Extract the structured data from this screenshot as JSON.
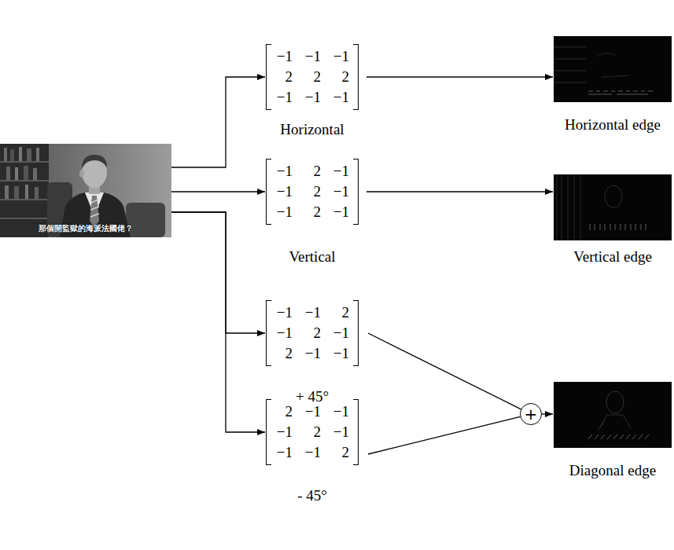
{
  "diagram": {
    "nodes": [
      {
        "text": [
          "那個開監獄的海派法國佬？"
        ]
      },
      {
        "text": [
          "−1",
          "−1",
          "−1",
          "2",
          "2",
          "2",
          "−1",
          "−1",
          "−1",
          "Horizontal"
        ]
      },
      {
        "text": [
          "Horizontal edge"
        ]
      },
      {
        "text": [
          "−1",
          "2",
          "−1",
          "−1",
          "2",
          "−1",
          "−1",
          "2",
          "−1",
          "Vertical"
        ]
      },
      {
        "text": [
          "Vertical edge"
        ]
      },
      {
        "text": [
          "−1",
          "−1",
          "2",
          "−1",
          "2",
          "−1",
          "2",
          "−1",
          "−1",
          "+ 45°"
        ]
      },
      {
        "text": [
          "2",
          "−1",
          "−1",
          "−1",
          "2",
          "−1",
          "−1",
          "−1",
          "2",
          "- 45°"
        ]
      },
      {
        "text": [
          "+"
        ]
      },
      {
        "text": [
          "Diagonal edge"
        ]
      }
    ],
    "edges": [
      {
        "from": 0,
        "to": 1,
        "arrow": "to"
      },
      {
        "from": 1,
        "to": 2,
        "arrow": "to"
      },
      {
        "from": 0,
        "to": 3,
        "arrow": "to"
      },
      {
        "from": 3,
        "to": 4,
        "arrow": "to"
      },
      {
        "from": 0,
        "to": 5,
        "arrow": "to"
      },
      {
        "from": 0,
        "to": 6,
        "arrow": "to"
      },
      {
        "from": 5,
        "to": 7,
        "arrow": "none"
      },
      {
        "from": 6,
        "to": 7,
        "arrow": "none"
      },
      {
        "from": 7,
        "to": 8,
        "arrow": "to"
      }
    ]
  }
}
